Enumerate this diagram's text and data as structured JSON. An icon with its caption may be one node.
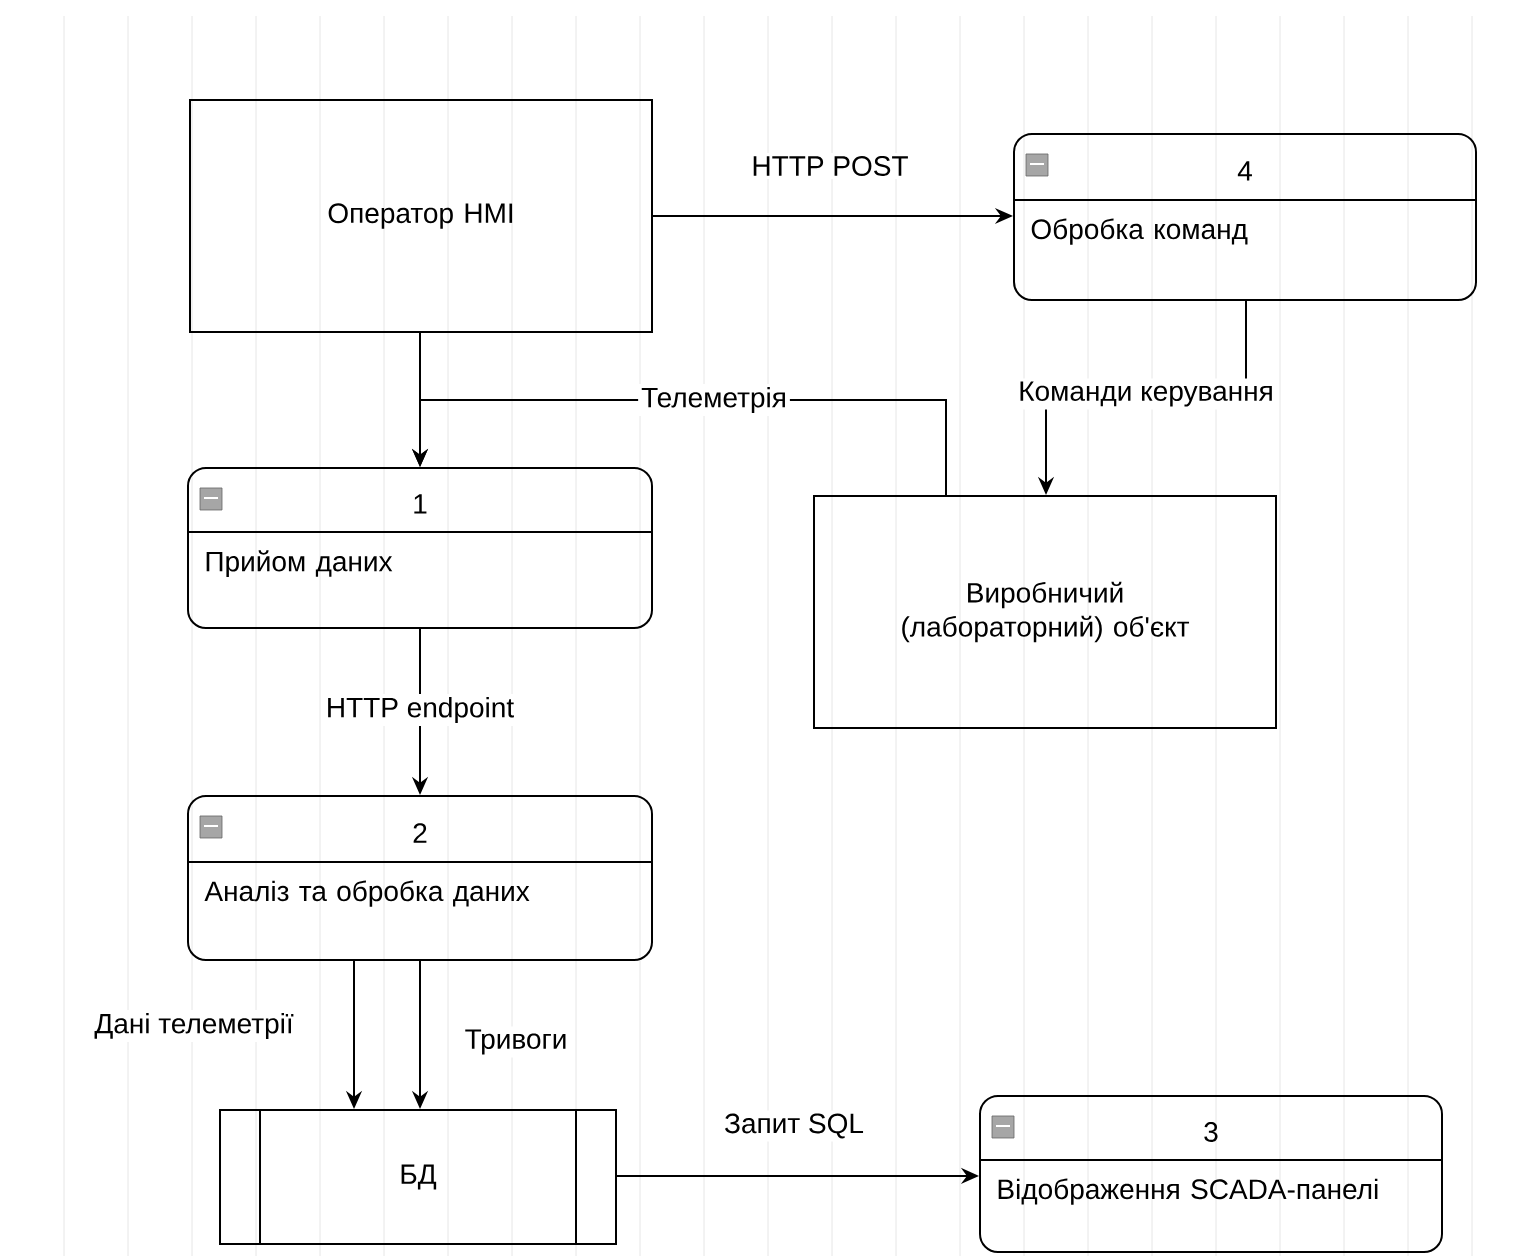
{
  "diagram": {
    "nodes": [
      {
        "text": [
          "Оператор HMI"
        ]
      },
      {
        "text": [
          "4",
          "Обробка команд"
        ]
      },
      {
        "text": [
          "1",
          "Прийом даних"
        ]
      },
      {
        "text": [
          "Виробничий (лабораторний) об'єкт"
        ]
      },
      {
        "text": [
          "2",
          "Аналіз та обробка даних"
        ]
      },
      {
        "text": [
          "БД"
        ]
      },
      {
        "text": [
          "3",
          "Відображення SCADA-панелі"
        ]
      }
    ],
    "edges": [
      {
        "from": 0,
        "to": 1,
        "arrow": "to",
        "label": "HTTP POST"
      },
      {
        "from": 0,
        "to": 2,
        "arrow": "to"
      },
      {
        "from": 3,
        "to": 2,
        "arrow": "to",
        "label": "Телеметрія"
      },
      {
        "from": 1,
        "to": 3,
        "arrow": "to",
        "label": "Команди керування"
      },
      {
        "from": 2,
        "to": 4,
        "arrow": "to",
        "label": "HTTP endpoint"
      },
      {
        "from": 4,
        "to": 5,
        "arrow": "to",
        "label": "Дані телеметрії"
      },
      {
        "from": 4,
        "to": 5,
        "arrow": "to",
        "label": "Тривоги"
      },
      {
        "from": 5,
        "to": 6,
        "arrow": "to",
        "label": "Запит SQL"
      }
    ]
  }
}
